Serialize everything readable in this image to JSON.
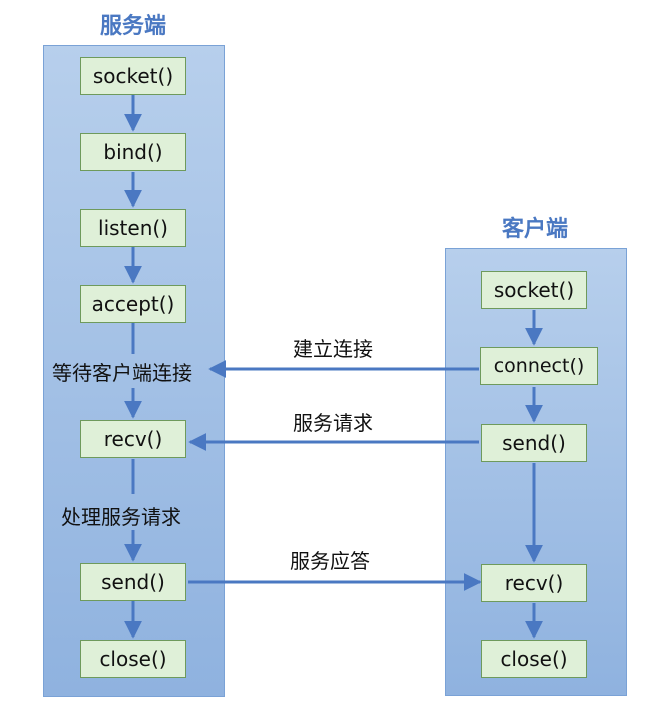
{
  "server": {
    "title": "服务端",
    "steps": [
      "socket()",
      "bind()",
      "listen()",
      "accept()",
      "recv()",
      "send()",
      "close()"
    ],
    "wait_note": "等待客户端连接",
    "process_note": "处理服务请求"
  },
  "client": {
    "title": "客户端",
    "steps": [
      "socket()",
      "connect()",
      "send()",
      "recv()",
      "close()"
    ]
  },
  "messages": {
    "connect": "建立连接",
    "request": "服务请求",
    "response": "服务应答"
  },
  "colors": {
    "panel_top": "#b7cfec",
    "panel_bottom": "#8fb2df",
    "box_fill": "#dff0d8",
    "box_border": "#6e9a5c",
    "arrow": "#4a78c2",
    "title": "#4a78c2"
  }
}
